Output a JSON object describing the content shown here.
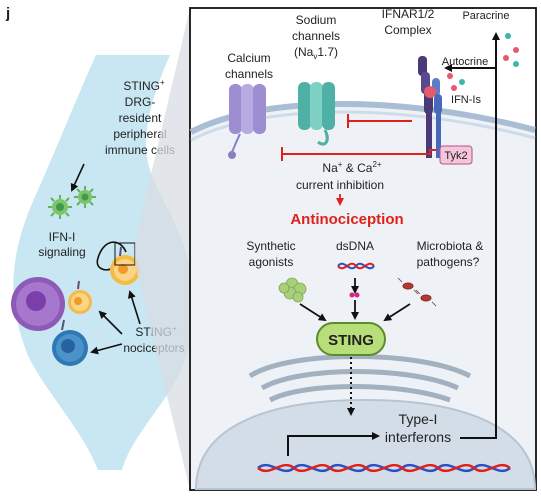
{
  "panel_letter": "j",
  "left": {
    "immune_label": [
      "STING",
      "DRG-",
      "resident",
      "peripheral",
      "immune cells"
    ],
    "ifn_signaling": [
      "IFN-I",
      "signaling"
    ],
    "nociceptors": [
      "STING",
      "nociceptors"
    ],
    "superscript_plus": "+"
  },
  "right": {
    "calcium": [
      "Calcium",
      "channels"
    ],
    "sodium": [
      "Sodium",
      "channels"
    ],
    "nav": {
      "open": "(Na",
      "sub": "v",
      "close": "1.7)"
    },
    "ifnar": [
      "IFNAR1/2",
      "Complex"
    ],
    "paracrine": "Paracrine",
    "autocrine": "Autocrine",
    "ifn_is": "IFN-Is",
    "tyk2": "Tyk2",
    "current": {
      "na": "Na",
      "plus": "+",
      "and": " & Ca",
      "twoplus": "2+"
    },
    "current_line2": "current inhibition",
    "antinociception": "Antinociception",
    "synthetic": [
      "Synthetic",
      "agonists"
    ],
    "dsdna": "dsDNA",
    "microbiota": [
      "Microbiota &",
      "pathogens?"
    ],
    "sting": "STING",
    "typei": [
      "Type-I",
      "interferons"
    ]
  },
  "colors": {
    "red": "#e0201b",
    "sting_green": "#b8de7a",
    "membrane_blue": "#dbe8f3",
    "calcium_purple": "#a99bd8",
    "sodium_teal": "#6cc3b8"
  }
}
